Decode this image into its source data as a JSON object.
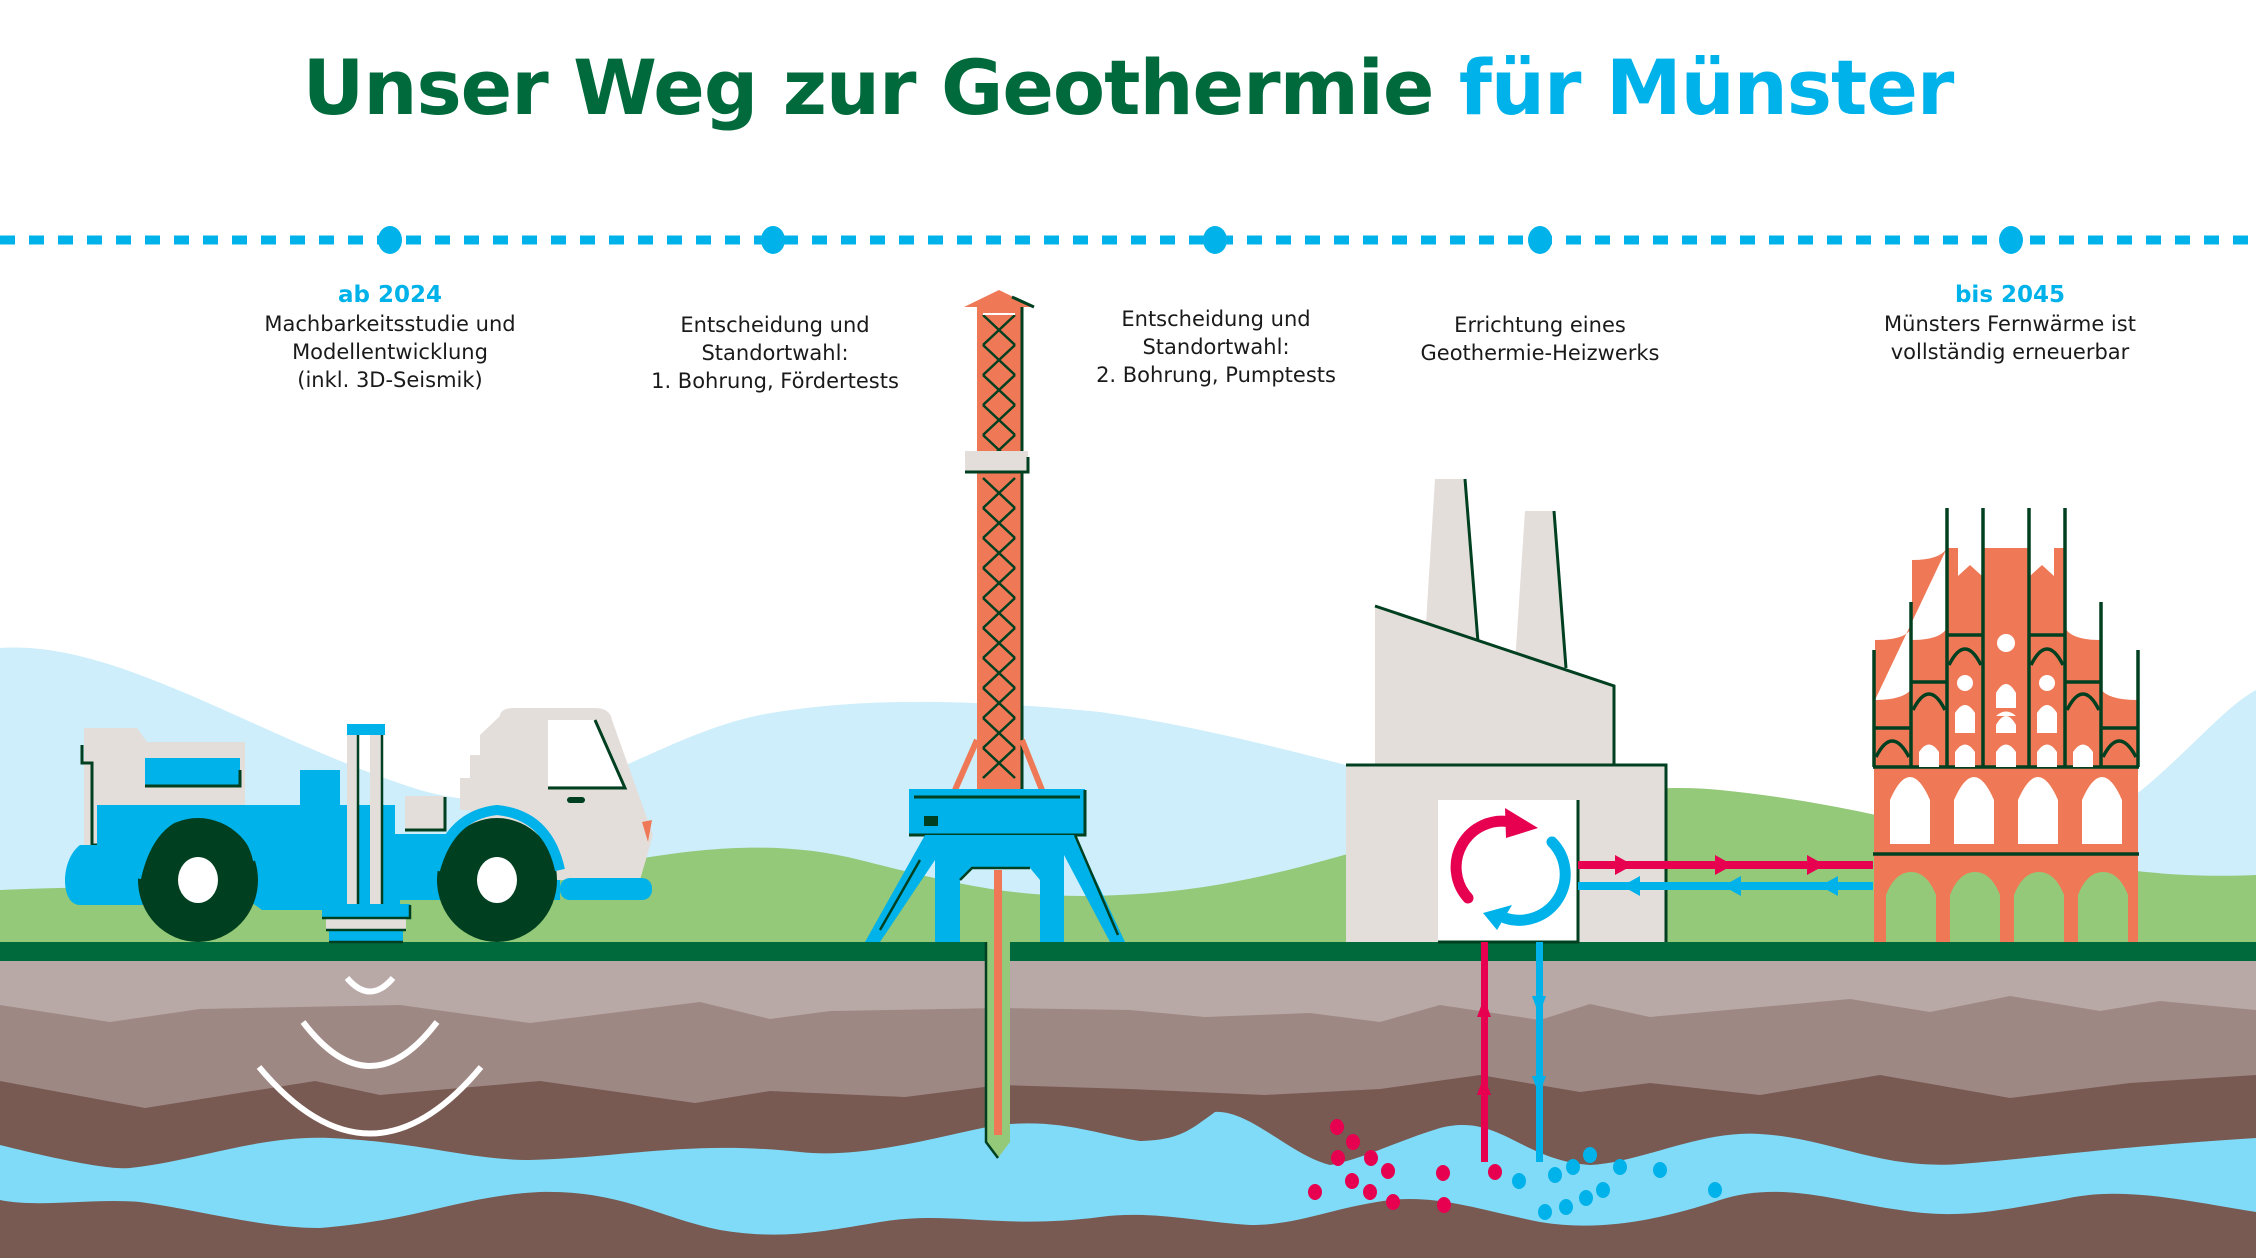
{
  "title": {
    "main": "Unser Weg zur Geothermie",
    "accent": "für Münster",
    "main_color": "#006a3c",
    "accent_color": "#00b2ea"
  },
  "timeline": {
    "color": "#00b2ea",
    "steps": [
      {
        "year": "ab 2024",
        "lines": [
          "Machbarkeitsstudie und",
          "Modellentwicklung",
          "(inkl. 3D-Seismik)"
        ]
      },
      {
        "year": "",
        "lines": [
          "Entscheidung und",
          "Standortwahl:",
          "1. Bohrung, Fördertests"
        ]
      },
      {
        "year": "",
        "lines": [
          "Entscheidung und",
          "Standortwahl:",
          "2. Bohrung, Pumptests"
        ]
      },
      {
        "year": "",
        "lines": [
          "Errichtung eines",
          "Geothermie-Heizwerks"
        ]
      },
      {
        "year": "bis 2045",
        "lines": [
          "Münsters Fernwärme ist",
          "vollständig erneuerbar"
        ]
      }
    ]
  },
  "illustrations": {
    "seismic_truck": "seismic-vibrator-truck",
    "drilling_rig": "drilling-rig-tower",
    "heating_plant": "geothermal-heating-plant",
    "town_hall": "muenster-historic-town-hall",
    "cycle_symbol": "heat-exchange-cycle-icon"
  },
  "colors": {
    "sky_hill": "#cdeefa",
    "grass_hill": "#93c979",
    "ground": "#006a3c",
    "dark_green": "#004020",
    "blue": "#00b2ea",
    "grey_building": "#e4dedb",
    "brick": "#ef7956",
    "hot": "#e6004f",
    "earth_1": "#b8a9a7",
    "earth_2": "#9e8884",
    "earth_3": "#785a53",
    "aquifer": "#80dbf8"
  }
}
